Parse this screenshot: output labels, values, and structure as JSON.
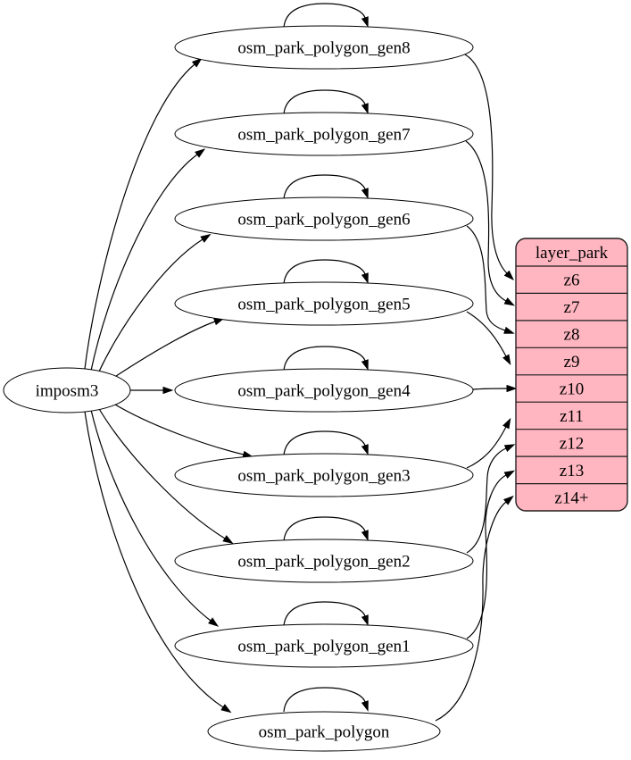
{
  "diagram": {
    "source": {
      "label": "imposm3"
    },
    "tables": [
      {
        "label": "osm_park_polygon_gen8",
        "feeds_zoom": "z6"
      },
      {
        "label": "osm_park_polygon_gen7",
        "feeds_zoom": "z7"
      },
      {
        "label": "osm_park_polygon_gen6",
        "feeds_zoom": "z8"
      },
      {
        "label": "osm_park_polygon_gen5",
        "feeds_zoom": "z9"
      },
      {
        "label": "osm_park_polygon_gen4",
        "feeds_zoom": "z10"
      },
      {
        "label": "osm_park_polygon_gen3",
        "feeds_zoom": "z11"
      },
      {
        "label": "osm_park_polygon_gen2",
        "feeds_zoom": "z12"
      },
      {
        "label": "osm_park_polygon_gen1",
        "feeds_zoom": "z13"
      },
      {
        "label": "osm_park_polygon",
        "feeds_zoom": "z14+"
      }
    ],
    "layer_table": {
      "title": "layer_park",
      "rows": [
        "z6",
        "z7",
        "z8",
        "z9",
        "z10",
        "z11",
        "z12",
        "z13",
        "z14+"
      ]
    },
    "colors": {
      "layer_fill": "#ffb6c1",
      "layer_border": "#221e1f",
      "node_fill": "#ffffff",
      "node_border": "#000000",
      "edge": "#000000",
      "text": "#000000"
    }
  }
}
